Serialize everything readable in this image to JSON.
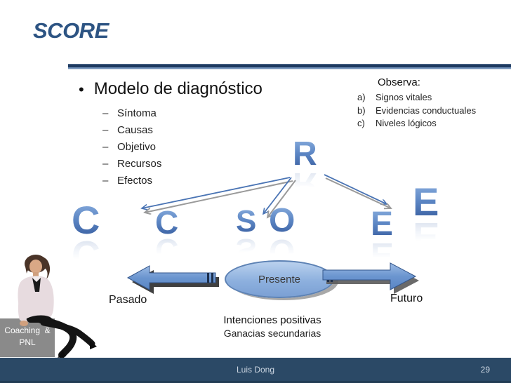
{
  "slide": {
    "title": "SCORE"
  },
  "bullets": {
    "marker": "•",
    "heading": "Modelo de diagnóstico",
    "dash": "–",
    "items": [
      "Síntoma",
      "Causas",
      "Objetivo",
      "Recursos",
      "Efectos"
    ]
  },
  "observa": {
    "heading": "Observa:",
    "items": [
      {
        "marker": "a)",
        "text": "Signos vitales"
      },
      {
        "marker": "b)",
        "text": "Evidencias conductuales"
      },
      {
        "marker": "c)",
        "text": "Niveles lógicos"
      }
    ]
  },
  "score_letters": {
    "r": "R",
    "c1": "C",
    "c2": "C",
    "s": "S",
    "o": "O",
    "e1": "E",
    "e2": "E"
  },
  "timeline": {
    "past": "Pasado",
    "present": "Presente",
    "future": "Futuro"
  },
  "notes": {
    "line1": "Intenciones positivas",
    "line2": "Ganacias secundarias"
  },
  "badge": {
    "line1": "Coaching  &",
    "line2": "PNL"
  },
  "footer": {
    "author": "Luis Dong",
    "page": "29"
  },
  "colors": {
    "title_blue": "#2d5483",
    "letter_gradient_top": "#8aaede",
    "letter_gradient_bottom": "#355a9c",
    "footer_bar": "#2b4966",
    "fat_arrow_fill": "#6f9ace",
    "ellipse_border": "#5d82b4",
    "badge_gray": "#8a8a8a"
  }
}
